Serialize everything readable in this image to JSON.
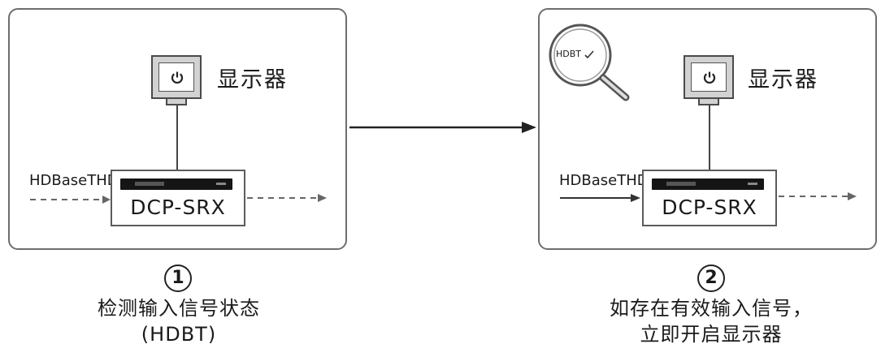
{
  "panel1": {
    "monitor_label": "显示器",
    "device_name": "DCP-SRX",
    "signal_label": "HDBaseTHDB"
  },
  "panel2": {
    "magnifier_text": "HDBT",
    "monitor_label": "显示器",
    "device_name": "DCP-SRX",
    "signal_label": "HDBaseTHDB"
  },
  "steps": [
    {
      "number": "1",
      "line1": "检测输入信号状态",
      "line2": "(HDBT)"
    },
    {
      "number": "2",
      "line1": "如存在有效输入信号，",
      "line2": "立即开启显示器"
    }
  ],
  "icons": {
    "monitor": "power-icon",
    "magnifier": "magnifier-icon",
    "check": "check-icon"
  },
  "colors": {
    "line": "#444444",
    "panel_border": "#6e6e6e",
    "monitor_fill": "#d2d2d2"
  }
}
